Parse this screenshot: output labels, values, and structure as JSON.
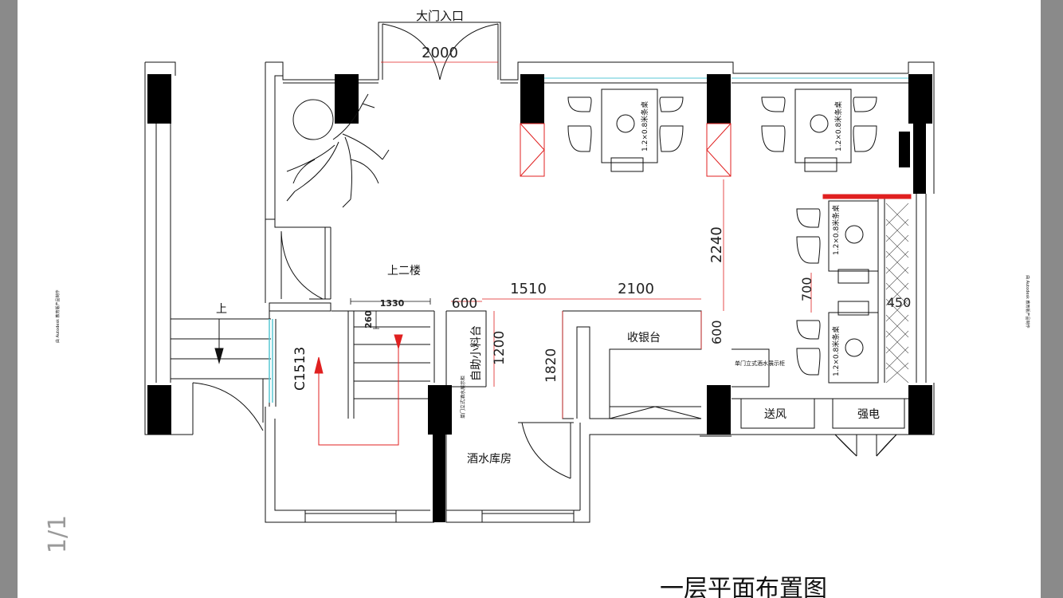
{
  "viewer": {
    "page_indicator": "1/1",
    "side_note_left": "由 Autodesk 教育版产品制作",
    "side_note_right": "由 Autodesk 教育版产品制作"
  },
  "plan": {
    "title": "一层平面布置图",
    "rooms": {
      "entrance": "大门入口",
      "upstairs": "上二楼",
      "stair_up": "上",
      "wine_storage": "酒水库房",
      "cashier": "收银台",
      "self_service": "自助小料台",
      "air_supply": "送风",
      "electrical": "强电",
      "drink_cabinet_1": "单门立式酒水展示柜",
      "drink_cabinet_2": "单门立式酒水展示柜",
      "window_code": "C1513"
    },
    "tables": [
      "1.2×0.8米条桌",
      "1.2×0.8米条桌",
      "1.2×0.8米条桌",
      "1.2×0.8米条桌"
    ],
    "dimensions": {
      "door_width": "2000",
      "d2240": "2240",
      "d1330": "1330",
      "d600a": "600",
      "d1510": "1510",
      "d2100": "2100",
      "d260": "260",
      "d1200": "1200",
      "d1820": "1820",
      "d600b": "600",
      "d700": "700",
      "d450": "450"
    }
  }
}
